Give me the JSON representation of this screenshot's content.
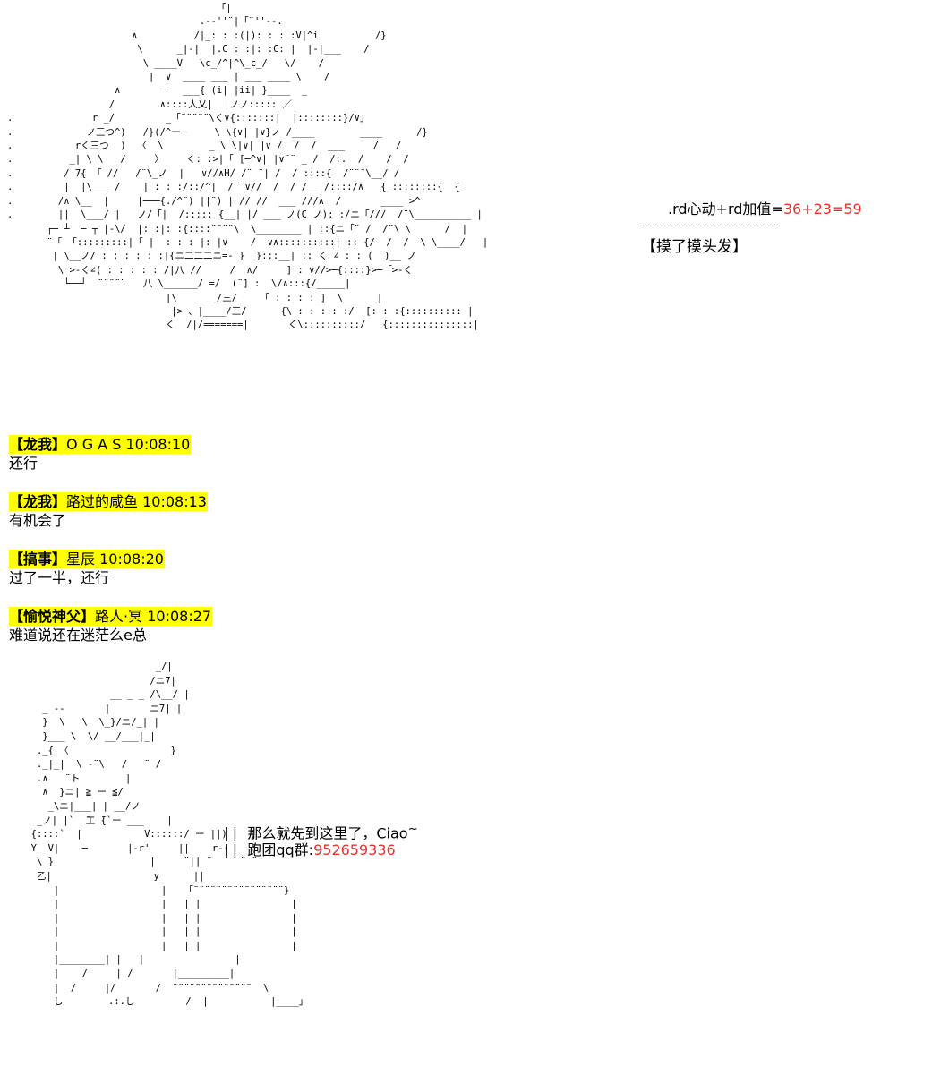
{
  "top_note": {
    "label": ".rd心动+rd加值=",
    "value": "36+23=59",
    "action": "【摸了摸头发】"
  },
  "messages": [
    {
      "tag": "【龙我】",
      "sender": "O G A S",
      "time": "10:08:10",
      "text": "还行"
    },
    {
      "tag": "【龙我】",
      "sender": "路过的咸鱼",
      "time": "10:08:13",
      "text": "有机会了"
    },
    {
      "tag": "【搞事】",
      "sender": "星辰",
      "time": "10:08:20",
      "text": "过了一半，还行"
    },
    {
      "tag": "【愉悦神父】",
      "sender": "路人·冥",
      "time": "10:08:27",
      "text": "难道说还在迷茫么e总"
    }
  ],
  "farewell": {
    "line1": "那么就先到这里了，Ciao",
    "tilde": "~",
    "group_label": "跑团qq群:",
    "group_number": "952659336"
  },
  "colors": {
    "highlight": "#ffff00",
    "accent": "#e8312f"
  }
}
